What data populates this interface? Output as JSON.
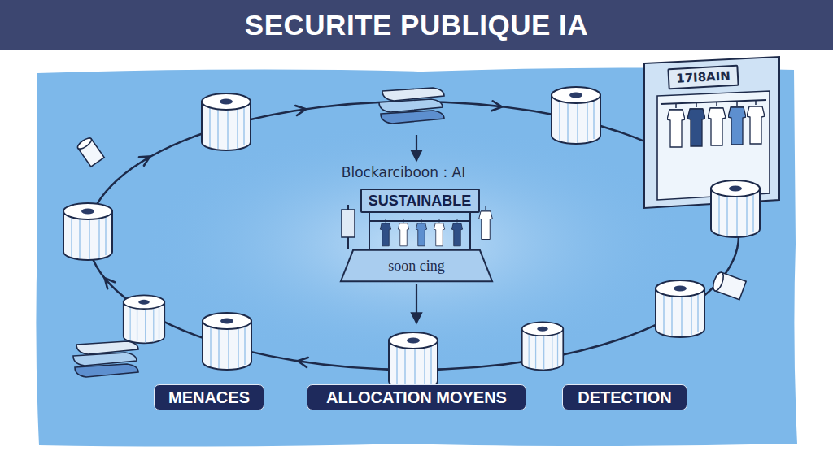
{
  "diagram": {
    "title": "SECURITE PUBLIQUE IA",
    "nodes": [
      {
        "text": [
          "17I8AIN"
        ]
      },
      {
        "text": [
          "SUSTAINABLE"
        ]
      },
      {
        "text": [
          "soon cing"
        ]
      },
      {
        "text": [
          "MENACES"
        ]
      },
      {
        "text": [
          "ALLOCATION MOYENS"
        ]
      },
      {
        "text": [
          "DETECTION"
        ]
      }
    ],
    "labels": [
      "Blockarciboon : AI"
    ]
  }
}
